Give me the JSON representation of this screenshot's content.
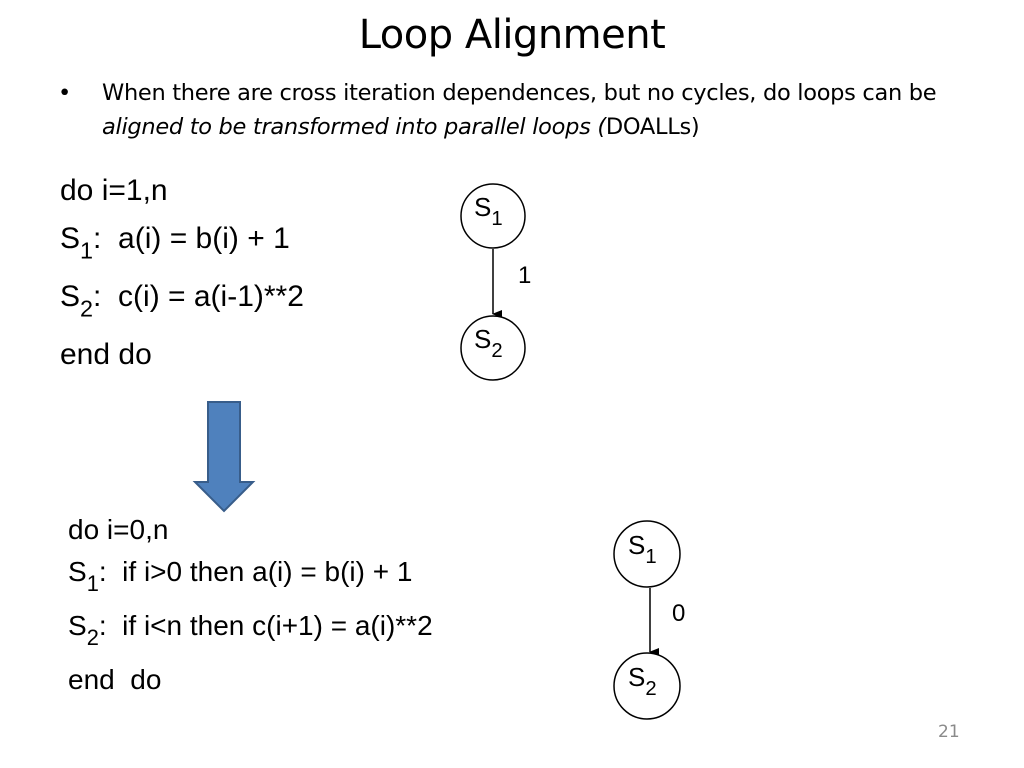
{
  "slide": {
    "title": "Loop Alignment",
    "bullet": {
      "marker": "•",
      "text_plain_1": "When there are cross iteration dependences, but no cycles, do loops can be ",
      "text_italic": "aligned to be transformed into parallel loops (",
      "text_plain_2": "DOALLs)"
    },
    "page_number": "21"
  },
  "original_loop": {
    "header": "do i=1,n",
    "s1_label": "S",
    "s1_sub": "1",
    "s1_stmt": ":  a(i) = b(i) + 1",
    "s2_label": "S",
    "s2_sub": "2",
    "s2_stmt": ":  c(i) = a(i-1)**2",
    "footer": "end do"
  },
  "aligned_loop": {
    "header": "do i=0,n",
    "s1_label": "S",
    "s1_sub": "1",
    "s1_stmt": ":  if i>0 then a(i) = b(i) + 1",
    "s2_label": "S",
    "s2_sub": "2",
    "s2_stmt": ":  if i<n then c(i+1) = a(i)**2",
    "footer": "end  do"
  },
  "graph_original": {
    "node1": {
      "label": "S",
      "sub": "1"
    },
    "node2": {
      "label": "S",
      "sub": "2"
    },
    "edge_label": "1"
  },
  "graph_aligned": {
    "node1": {
      "label": "S",
      "sub": "1"
    },
    "node2": {
      "label": "S",
      "sub": "2"
    },
    "edge_label": "0"
  },
  "colors": {
    "arrow_fill": "#4f81bd",
    "arrow_stroke": "#385d8a",
    "page_number": "#8a8a8a"
  },
  "icons": {
    "transform_arrow": "down-arrow-icon"
  }
}
